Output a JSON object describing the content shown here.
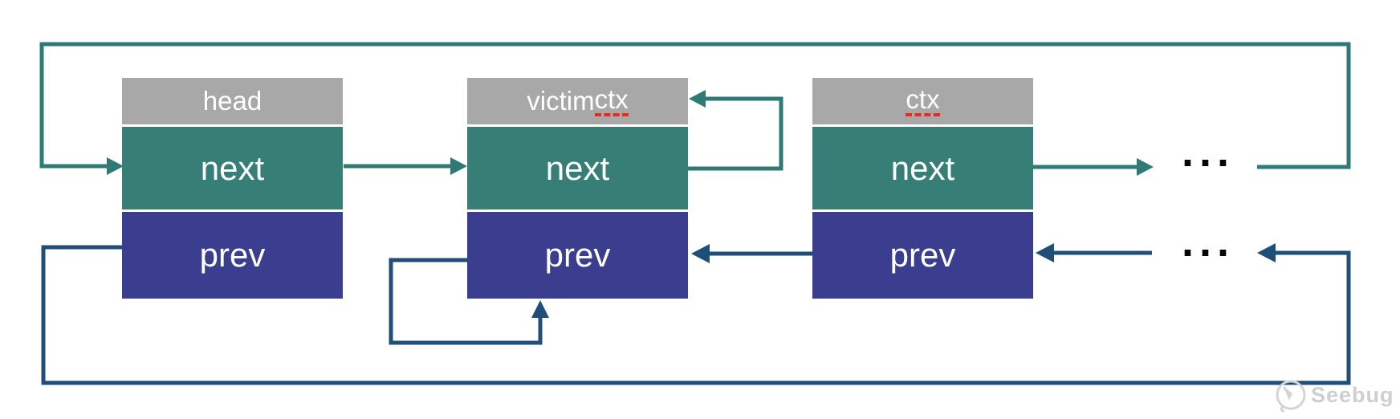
{
  "diagram": {
    "nodes": [
      {
        "id": "head",
        "title_plain": "head",
        "title_marked": "",
        "next_label": "next",
        "prev_label": "prev"
      },
      {
        "id": "victim-ctx",
        "title_plain": "victim ",
        "title_marked": "ctx",
        "next_label": "next",
        "prev_label": "prev"
      },
      {
        "id": "ctx",
        "title_plain": "",
        "title_marked": "ctx",
        "next_label": "next",
        "prev_label": "prev"
      }
    ],
    "ellipsis_next": "...",
    "ellipsis_prev": "...",
    "watermark": "Seebug",
    "colors": {
      "header_bg": "#a8a8a8",
      "next_bg": "#377e77",
      "prev_bg": "#3b3e8f",
      "next_arrow": "#2f7a74",
      "prev_arrow": "#1f4e79",
      "marked_underline": "#ea2a1f",
      "ellipsis": "#060606",
      "watermark_gray": "#cfcfcf"
    }
  }
}
